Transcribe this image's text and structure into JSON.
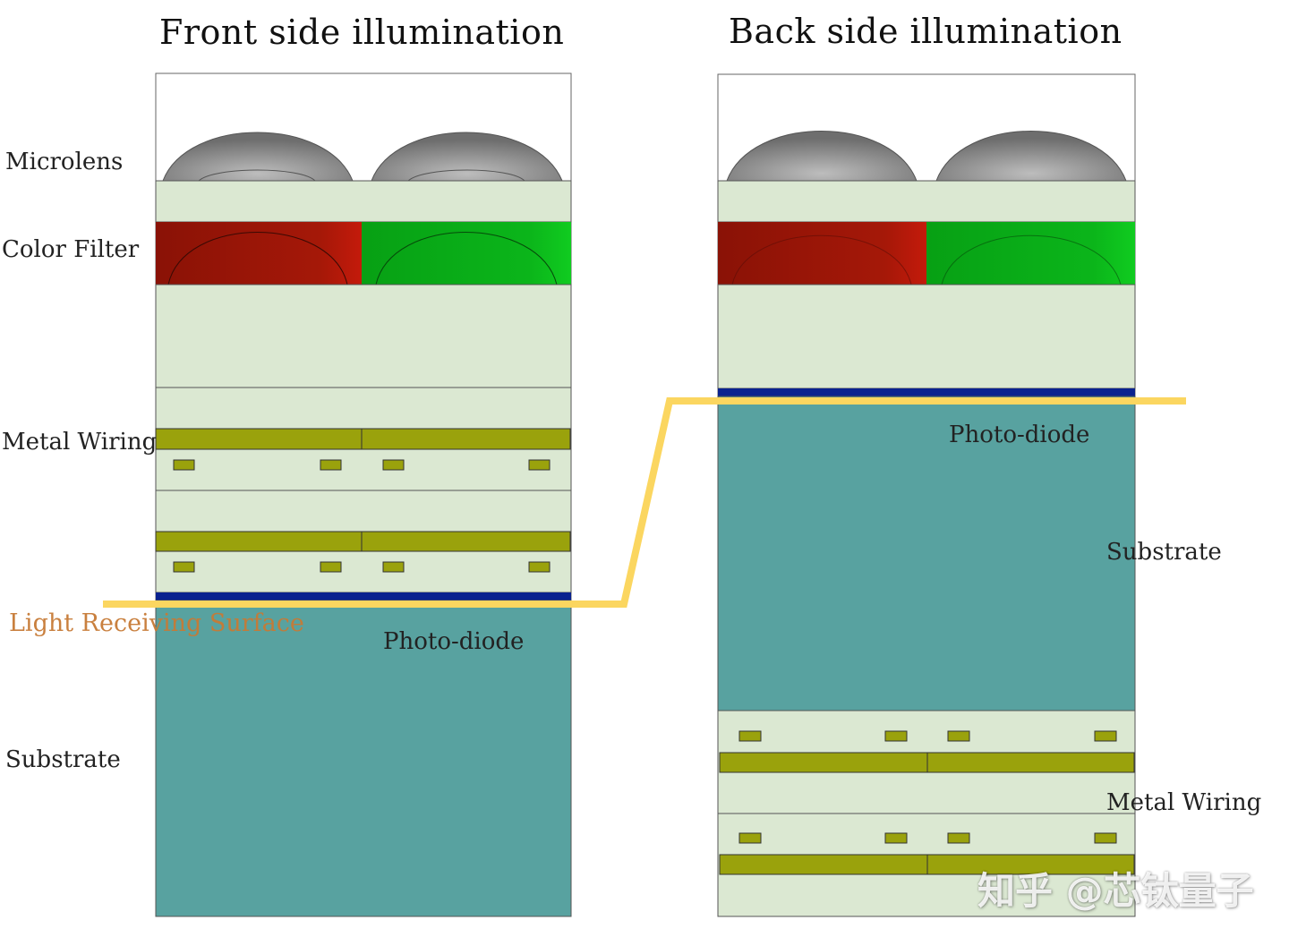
{
  "titles": {
    "front": "Front side illumination",
    "back": "Back side illumination"
  },
  "front_labels": {
    "microlens": "Microlens",
    "color_filter": "Color Filter",
    "metal_wiring": "Metal Wiring",
    "light_receiving_surface": "Light Receiving Surface",
    "photo_diode": "Photo-diode",
    "substrate": "Substrate"
  },
  "back_labels": {
    "photo_diode": "Photo-diode",
    "substrate": "Substrate",
    "metal_wiring": "Metal Wiring"
  },
  "watermark": "知乎 @芯钛量子",
  "colors": {
    "layer_bg": "#dbe8d2",
    "substrate": "#58a2a0",
    "metal": "#9aa20c",
    "red_filter": "#9e1408",
    "green_filter": "#0aa616",
    "blue_line": "#0a228f",
    "light_path": "#fbd660",
    "microlens": "#8f8f8f"
  }
}
